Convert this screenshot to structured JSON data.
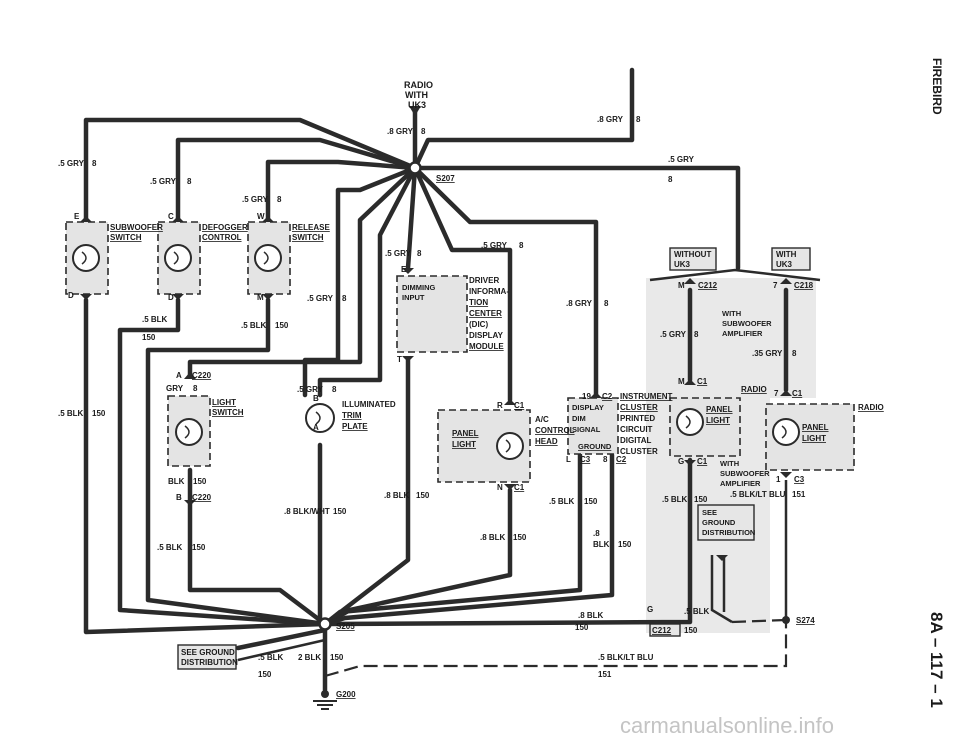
{
  "header": {
    "radio_lines": [
      "RADIO",
      "WITH",
      "UK3"
    ],
    "side_title": "FIREBIRD",
    "page_number": "8A – 117 – 1",
    "watermark": "carmanualsonline.info"
  },
  "labels": {
    "gry8_left": ".5 GRY",
    "gry8_2": ".5 GRY",
    "gry8_3": ".5 GRY",
    "gry8_top": ".8 GRY",
    "gry8_top_right": ".8 GRY",
    "gry5_right": ".5 GRY",
    "gry_mid1": ".5 GRY",
    "gry_mid2": ".5 GRY",
    "gry_mid3": ".5 GRY",
    "gry_inst": ".8 GRY",
    "gry_c212": ".5 GRY",
    "gry35": ".35 GRY",
    "gry_trim": ".5 GRY",
    "gry_light": "GRY",
    "c8": "8",
    "blk_d1": ".5 BLK",
    "blk_d2": ".5 BLK",
    "blk_left": ".5 BLK",
    "blk_light": "BLK",
    "blk_light2": ".5 BLK",
    "blkwht": ".8 BLK/WHT",
    "blk8_mid": ".8 BLK",
    "blk_ac": ".8 BLK",
    "blk_inst1": ".5 BLK",
    "blk_inst2_a": ".8",
    "blk_inst2_b": "BLK",
    "blk_panel": ".5 BLK",
    "blkltblu": ".5 BLK/LT BLU",
    "blk8_bottom": ".8 BLK",
    "blk_g": ".5 BLK",
    "blk_ground": ".5 BLK",
    "blk2": "2 BLK",
    "blkltblu_bottom": ".5 BLK/LT BLU",
    "c150": "150",
    "c151": "151"
  },
  "components": {
    "subwoofer_switch": [
      "SUBWOOFER",
      "SWITCH"
    ],
    "defogger_control": [
      "DEFOGGER",
      "CONTROL"
    ],
    "release_switch": [
      "RELEASE",
      "SWITCH"
    ],
    "dic": [
      "DRIVER",
      "INFORMA-",
      "TION",
      "CENTER",
      "(DIC)",
      "DISPLAY",
      "MODULE"
    ],
    "dimming_input": [
      "DIMMING",
      "INPUT"
    ],
    "light_switch": [
      "LIGHT",
      "SWITCH"
    ],
    "trim_plate": [
      "ILLUMINATED",
      "TRIM",
      "PLATE"
    ],
    "ac_head": [
      "A/C",
      "CONTROL",
      "HEAD"
    ],
    "panel_light": [
      "PANEL",
      "LIGHT"
    ],
    "inst_cluster": [
      "INSTRUMENT",
      "CLUSTER",
      "PRINTED",
      "CIRCUIT",
      "DIGITAL",
      "CLUSTER"
    ],
    "inst_inner": [
      "DISPLAY",
      "DIM",
      "SIGNAL",
      "GROUND"
    ],
    "without_uk3": [
      "WITHOUT",
      "UK3"
    ],
    "with_uk3": [
      "WITH",
      "UK3"
    ],
    "with_sub_amp": [
      "WITH",
      "SUBWOOFER",
      "AMPLIFIER"
    ],
    "radio_right": "RADIO",
    "see_ground_dist": [
      "SEE",
      "GROUND",
      "DISTRIBUTION"
    ],
    "see_ground_left": [
      "SEE GROUND",
      "DISTRIBUTION"
    ]
  },
  "connectors": {
    "s207": "S207",
    "s205": "S205",
    "s274": "S274",
    "g200": "G200",
    "c220": "C220",
    "c1": "C1",
    "c2": "C2",
    "c3": "C3",
    "c212": "C212",
    "c218": "C218",
    "E": "E",
    "C": "C",
    "W": "W",
    "D": "D",
    "M": "M",
    "A": "A",
    "B": "B",
    "R": "R",
    "N": "N",
    "T": "T",
    "L": "L",
    "G": "G",
    "pin19": "19",
    "pin8": "8",
    "pin7": "7",
    "pin1": "1"
  }
}
